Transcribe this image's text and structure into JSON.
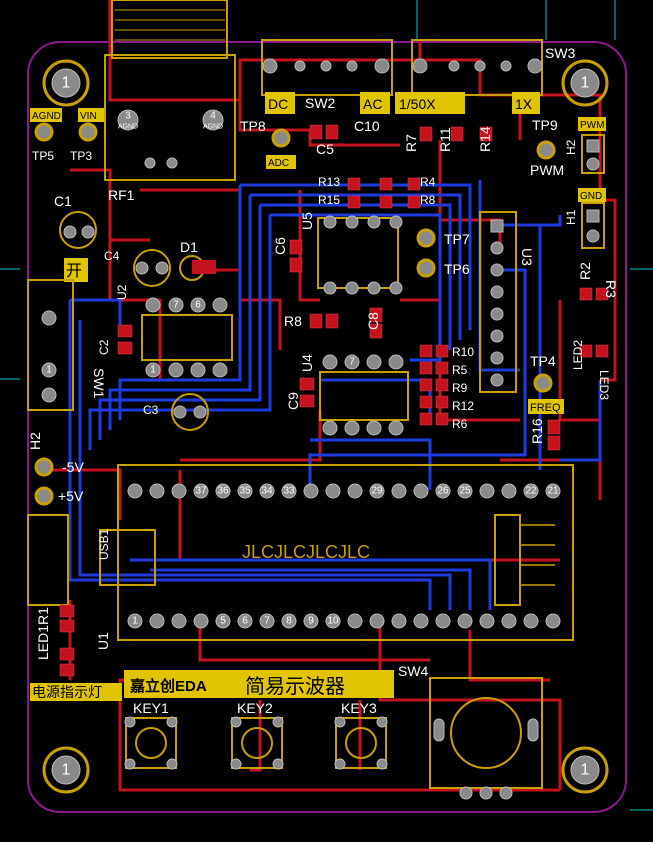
{
  "labels": {
    "agnd": "AGND",
    "vin": "VIN",
    "tp5": "TP5",
    "tp3": "TP3",
    "c1": "C1",
    "c4": "C4",
    "d1": "D1",
    "u2": "U2",
    "c2": "C2",
    "c3": "C3",
    "rf1": "RF1",
    "sw2": "SW2",
    "dc": "DC",
    "ac": "AC",
    "ratio": "1/50X",
    "one_x": "1X",
    "sw3": "SW3",
    "tp8": "TP8",
    "c10": "C10",
    "c5": "C5",
    "r7": "R7",
    "r11": "R11",
    "r14": "R14",
    "tp9": "TP9",
    "pwm_pad": "PWM",
    "pwm": "PWM",
    "h2": "H2",
    "gnd": "GND",
    "h1": "H1",
    "adc": "ADC",
    "c6": "C6",
    "u5": "U5",
    "r13": "R13",
    "r15": "R15",
    "r4": "R4",
    "r8": "R8",
    "tp7": "TP7",
    "tp6": "TP6",
    "u3": "U3",
    "r2": "R2",
    "r3": "R3",
    "c8": "C8",
    "r10": "R10",
    "r5": "R5",
    "r9": "R9",
    "r12": "R12",
    "r6": "R6",
    "r16": "R16",
    "tp4": "TP4",
    "freq": "FREQ",
    "led2": "LED2",
    "led3": "LED3",
    "u4": "U4",
    "c9": "C9",
    "sw1": "SW1",
    "open": "开",
    "minus5": "-5V",
    "plus5": "+5V",
    "h2b": "H2",
    "jlc": "JLCJLCJLCJLC",
    "usb": "USB1",
    "r1": "R1",
    "led1": "LED1",
    "power_led": "电源指示灯",
    "u1": "U1",
    "logo": "嘉立创EDA",
    "title": "简易示波器",
    "sw4": "SW4",
    "key1": "KEY1",
    "key2": "KEY2",
    "key3": "KEY3",
    "r_cap": "R8"
  },
  "mount_holes": [
    "1",
    "1",
    "1",
    "1"
  ],
  "u1_top_pins": [
    "",
    "",
    "",
    "37",
    "36",
    "35",
    "34",
    "33",
    "",
    "",
    "",
    "29",
    "",
    "",
    "26",
    "25",
    "",
    "",
    "22",
    "21"
  ],
  "u1_bottom_pins": [
    "1",
    "",
    "",
    "",
    "5",
    "6",
    "7",
    "8",
    "9",
    "10",
    "",
    "",
    "",
    "",
    "",
    "",
    "",
    "",
    "",
    ""
  ],
  "u2_pins": [
    "7",
    "6"
  ],
  "u2_pin1": "1",
  "u4_pin": "7",
  "sw1_pin": "1",
  "rf1_pins": [
    "3",
    "4"
  ],
  "rf1_pin_labels": [
    "AGND",
    "AGND"
  ]
}
